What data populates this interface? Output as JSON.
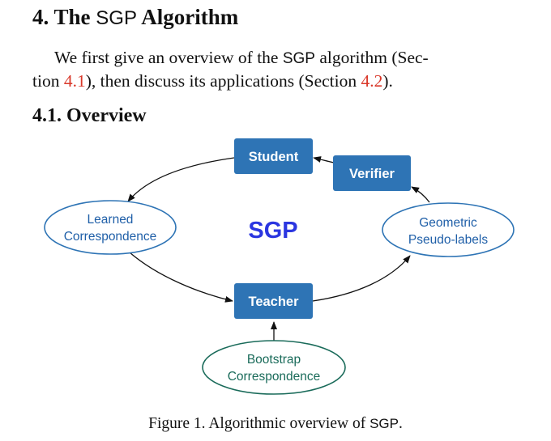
{
  "heading": {
    "number": "4.",
    "word_the": "The",
    "method": "SGP",
    "word_algorithm": "Algorithm"
  },
  "intro": {
    "line1": "We first give an overview of the",
    "method": "SGP",
    "line1_end": "algorithm (Sec-",
    "line2_start": "tion",
    "ref1": "4.1",
    "line2_mid": "), then discuss its applications (Section",
    "ref2": "4.2",
    "line2_end": ")."
  },
  "subsection": {
    "title": "4.1. Overview"
  },
  "diagram": {
    "student_label": "Student",
    "verifier_label": "Verifier",
    "teacher_label": "Teacher",
    "center_label": "SGP",
    "learned_line1": "Learned",
    "learned_line2": "Correspondence",
    "geometric_line1": "Geometric",
    "geometric_line2": "Pseudo-labels",
    "bootstrap_line1": "Bootstrap",
    "bootstrap_line2": "Correspondence",
    "colors": {
      "box_fill": "#2e74b5",
      "box_text": "#ffffff",
      "ellipse_stroke": "#2e74b5",
      "blue_text": "#1f5fa8",
      "teal_text": "#1a6b5a",
      "center_text": "#2b36e0"
    }
  },
  "figure": {
    "caption_prefix": "Figure 1. Algorithmic overview of",
    "method": "SGP",
    "caption_suffix": "."
  }
}
